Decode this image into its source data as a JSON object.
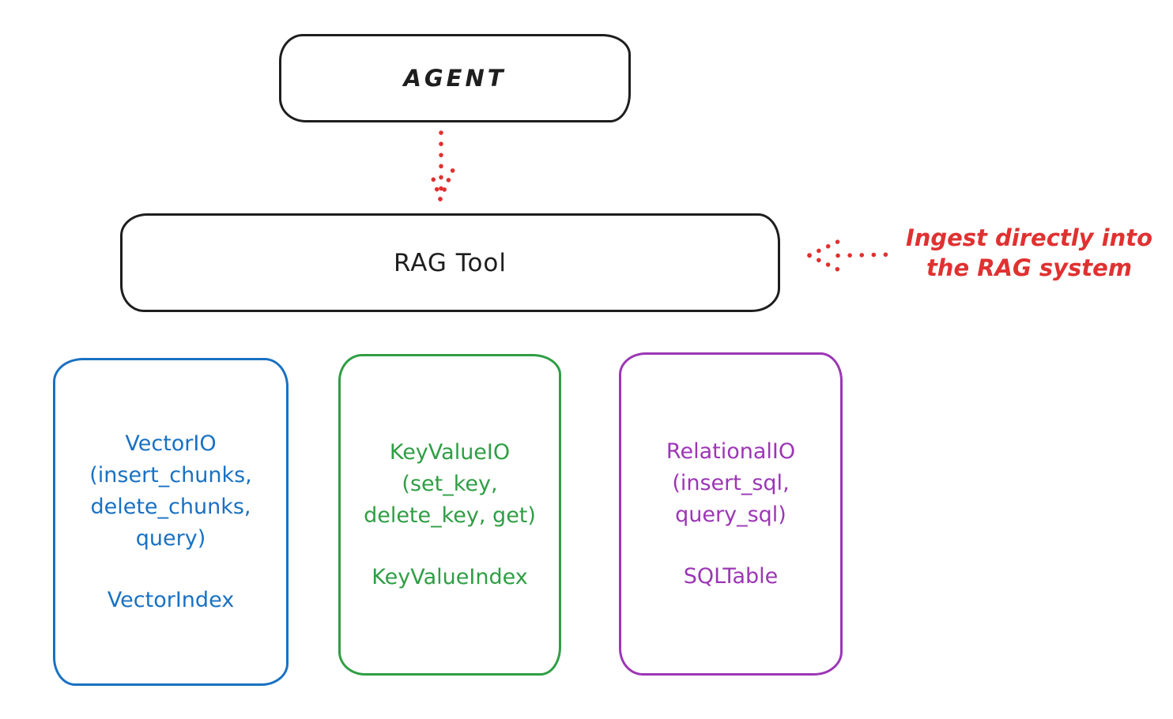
{
  "colors": {
    "black": "#1e1e1e",
    "red": "#e03131",
    "blue": "#1971c2",
    "green": "#2f9e44",
    "purple": "#9c36b5"
  },
  "agent": {
    "label": "AGENT"
  },
  "rag_tool": {
    "label": "RAG Tool"
  },
  "annotation": {
    "line1": "Ingest directly into",
    "line2": "the RAG system"
  },
  "backends": [
    {
      "name": "vector-io",
      "lines": [
        "VectorIO",
        "(insert_chunks,",
        "delete_chunks,",
        "query)"
      ],
      "index_label": "VectorIndex"
    },
    {
      "name": "keyvalue-io",
      "lines": [
        "KeyValueIO",
        "(set_key,",
        "delete_key, get)"
      ],
      "index_label": "KeyValueIndex"
    },
    {
      "name": "relational-io",
      "lines": [
        "RelationalIO",
        "(insert_sql,",
        "query_sql)"
      ],
      "index_label": "SQLTable"
    }
  ]
}
